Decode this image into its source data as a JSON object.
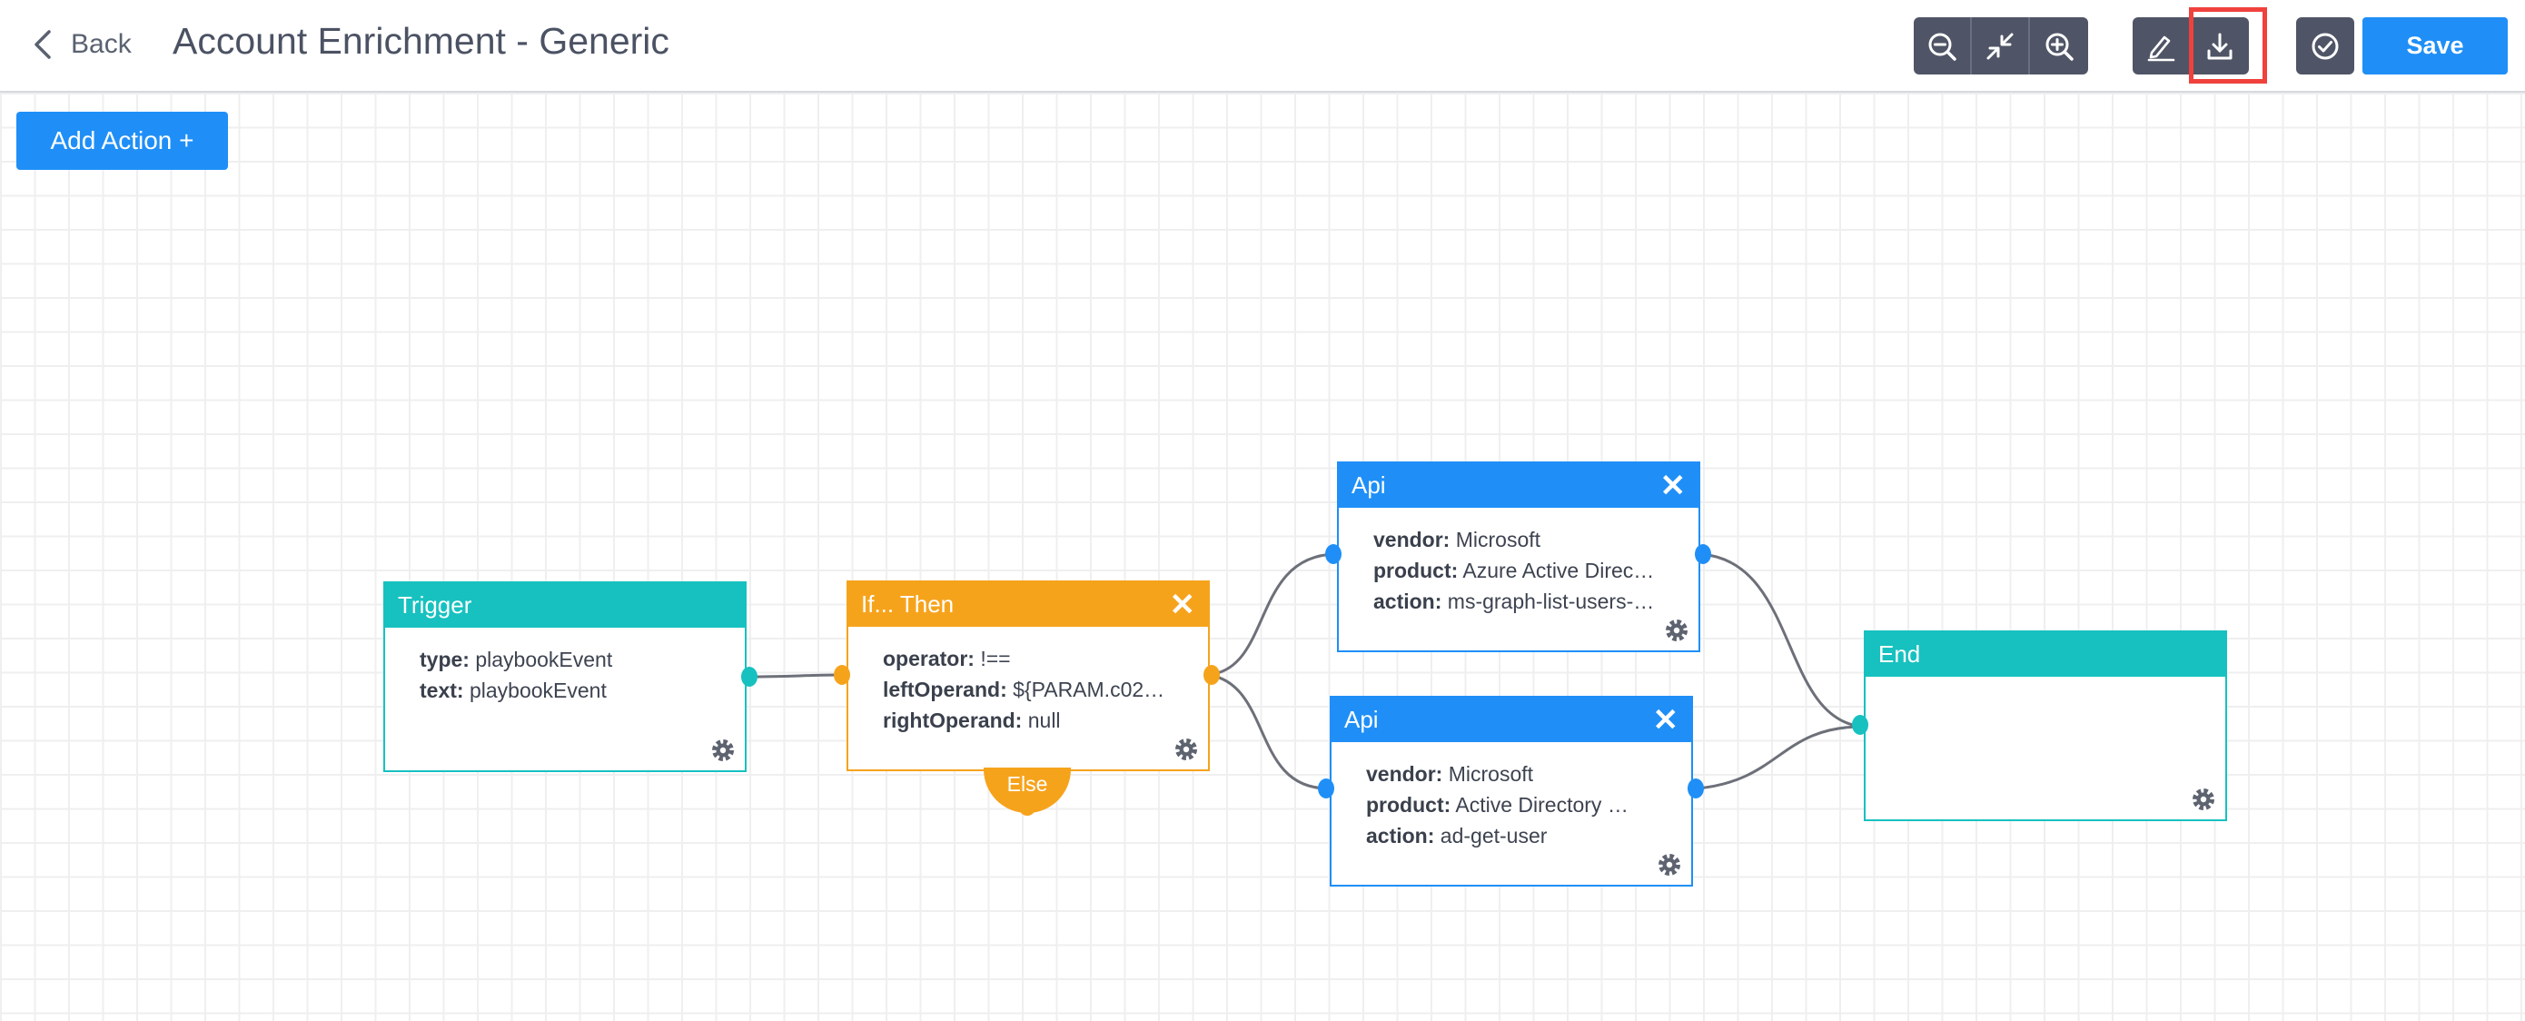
{
  "header": {
    "back_label": "Back",
    "title": "Account Enrichment - Generic",
    "save_label": "Save",
    "toolbar_icons": [
      "zoom-out-icon",
      "fit-screen-icon",
      "zoom-in-icon",
      "edit-icon",
      "download-icon",
      "validate-icon"
    ]
  },
  "canvas": {
    "add_action_label": "Add Action +"
  },
  "colors": {
    "trigger": "#17c1c0",
    "condition": "#f6a31c",
    "api": "#1f8ff7",
    "end": "#17c1c0",
    "toolbar": "#4f5566",
    "highlight": "#f0413c"
  },
  "nodes": {
    "trigger": {
      "title": "Trigger",
      "props": [
        {
          "key": "type:",
          "value": "playbookEvent"
        },
        {
          "key": "text:",
          "value": "playbookEvent"
        }
      ]
    },
    "condition": {
      "title": "If... Then",
      "close": "✕",
      "else_label": "Else",
      "props": [
        {
          "key": "operator:",
          "value": "!=="
        },
        {
          "key": "leftOperand:",
          "value": "${PARAM.c02…"
        },
        {
          "key": "rightOperand:",
          "value": "null"
        }
      ]
    },
    "api1": {
      "title": "Api",
      "close": "✕",
      "props": [
        {
          "key": "vendor:",
          "value": "Microsoft"
        },
        {
          "key": "product:",
          "value": "Azure Active Direc…"
        },
        {
          "key": "action:",
          "value": "ms-graph-list-users-…"
        }
      ]
    },
    "api2": {
      "title": "Api",
      "close": "✕",
      "props": [
        {
          "key": "vendor:",
          "value": "Microsoft"
        },
        {
          "key": "product:",
          "value": "Active Directory …"
        },
        {
          "key": "action:",
          "value": "ad-get-user"
        }
      ]
    },
    "end": {
      "title": "End"
    }
  }
}
